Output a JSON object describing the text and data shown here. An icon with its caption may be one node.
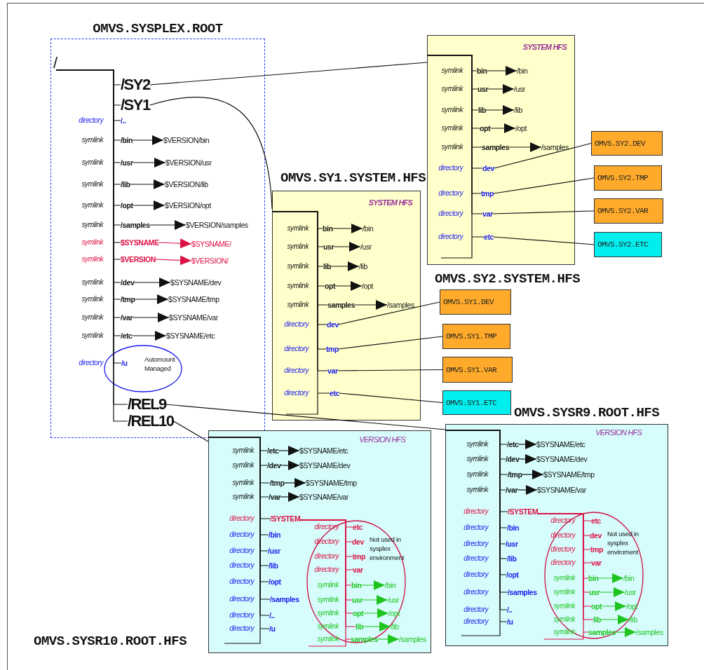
{
  "diagram": {
    "nodes": [
      {
        "text": [
          "OMVS.SYSPLEX.ROOT"
        ]
      },
      {
        "text": [
          "/"
        ],
        "in": 0
      },
      {
        "text": [
          "/SY2"
        ],
        "in": 0
      },
      {
        "text": [
          "/SY1"
        ],
        "in": 0
      },
      {
        "text": [
          "/.."
        ],
        "beside": [
          "directory"
        ],
        "in": 0
      },
      {
        "text": [
          "/bin"
        ],
        "beside": [
          "symlink"
        ],
        "in": 0
      },
      {
        "text": [
          "$VERSION/bin"
        ],
        "in": 0
      },
      {
        "text": [
          "/usr"
        ],
        "beside": [
          "symlink"
        ],
        "in": 0
      },
      {
        "text": [
          "$VERSION/usr"
        ],
        "in": 0
      },
      {
        "text": [
          "/lib"
        ],
        "beside": [
          "symlink"
        ],
        "in": 0
      },
      {
        "text": [
          "$VERSION/lib"
        ],
        "in": 0
      },
      {
        "text": [
          "/opt"
        ],
        "beside": [
          "symlink"
        ],
        "in": 0
      },
      {
        "text": [
          "$VERSION/opt"
        ],
        "in": 0
      },
      {
        "text": [
          "/samples"
        ],
        "beside": [
          "symlink"
        ],
        "in": 0
      },
      {
        "text": [
          "$VERSION/samples"
        ],
        "in": 0
      },
      {
        "text": [
          "$SYSNAME"
        ],
        "beside": [
          "symlink"
        ],
        "in": 0
      },
      {
        "text": [
          "$SYSNAME/"
        ],
        "in": 0
      },
      {
        "text": [
          "$VERSION"
        ],
        "beside": [
          "symlink"
        ],
        "in": 0
      },
      {
        "text": [
          "$VERSION/"
        ],
        "in": 0
      },
      {
        "text": [
          "/dev"
        ],
        "beside": [
          "symlink"
        ],
        "in": 0
      },
      {
        "text": [
          "$SYSNAME/dev"
        ],
        "in": 0
      },
      {
        "text": [
          "/tmp"
        ],
        "beside": [
          "symlink"
        ],
        "in": 0
      },
      {
        "text": [
          "$SYSNAME/tmp"
        ],
        "in": 0
      },
      {
        "text": [
          "/var"
        ],
        "beside": [
          "symlink"
        ],
        "in": 0
      },
      {
        "text": [
          "$SYSNAME/var"
        ],
        "in": 0
      },
      {
        "text": [
          "/etc"
        ],
        "beside": [
          "symlink"
        ],
        "in": 0
      },
      {
        "text": [
          "$SYSNAME/etc"
        ],
        "in": 0
      },
      {
        "text": [
          "Automount Managed"
        ],
        "in": 0
      },
      {
        "text": [
          "/u"
        ],
        "beside": [
          "directory"
        ],
        "in": 27
      },
      {
        "text": [
          "/REL9"
        ],
        "in": 0
      },
      {
        "text": [
          "/REL10"
        ],
        "in": 0
      },
      {
        "text": [
          "SYSTEM HFS",
          "OMVS.SY2.SYSTEM.HFS"
        ]
      },
      {
        "text": [
          "bin"
        ],
        "beside": [
          "symlink"
        ],
        "in": 31
      },
      {
        "text": [
          "/bin"
        ],
        "in": 31
      },
      {
        "text": [
          "usr"
        ],
        "beside": [
          "symlink"
        ],
        "in": 31
      },
      {
        "text": [
          "/usr"
        ],
        "in": 31
      },
      {
        "text": [
          "lib"
        ],
        "beside": [
          "symlink"
        ],
        "in": 31
      },
      {
        "text": [
          "/lib"
        ],
        "in": 31
      },
      {
        "text": [
          "opt"
        ],
        "beside": [
          "symlink"
        ],
        "in": 31
      },
      {
        "text": [
          "/opt"
        ],
        "in": 31
      },
      {
        "text": [
          "samples"
        ],
        "beside": [
          "symlink"
        ],
        "in": 31
      },
      {
        "text": [
          "/samples"
        ],
        "in": 31
      },
      {
        "text": [
          "dev"
        ],
        "beside": [
          "directory"
        ],
        "in": 31
      },
      {
        "text": [
          "tmp"
        ],
        "beside": [
          "directory"
        ],
        "in": 31
      },
      {
        "text": [
          "var"
        ],
        "beside": [
          "directory"
        ],
        "in": 31
      },
      {
        "text": [
          "etc"
        ],
        "beside": [
          "directory"
        ],
        "in": 31
      },
      {
        "text": [
          "OMVS.SY2.DEV"
        ]
      },
      {
        "text": [
          "OMVS.SY2.TMP"
        ]
      },
      {
        "text": [
          "OMVS.SY2.VAR"
        ]
      },
      {
        "text": [
          "OMVS.SY2.ETC"
        ]
      },
      {
        "text": [
          "OMVS.SY1.SYSTEM.HFS",
          "SYSTEM HFS"
        ]
      },
      {
        "text": [
          "bin"
        ],
        "beside": [
          "symlink"
        ],
        "in": 50
      },
      {
        "text": [
          "/bin"
        ],
        "in": 50
      },
      {
        "text": [
          "usr"
        ],
        "beside": [
          "symlink"
        ],
        "in": 50
      },
      {
        "text": [
          "/usr"
        ],
        "in": 50
      },
      {
        "text": [
          "lib"
        ],
        "beside": [
          "symlink"
        ],
        "in": 50
      },
      {
        "text": [
          "/lib"
        ],
        "in": 50
      },
      {
        "text": [
          "opt"
        ],
        "beside": [
          "symlink"
        ],
        "in": 50
      },
      {
        "text": [
          "/opt"
        ],
        "in": 50
      },
      {
        "text": [
          "samples"
        ],
        "beside": [
          "symlink"
        ],
        "in": 50
      },
      {
        "text": [
          "/samples"
        ],
        "in": 50
      },
      {
        "text": [
          "dev"
        ],
        "beside": [
          "directory"
        ],
        "in": 50
      },
      {
        "text": [
          "tmp"
        ],
        "beside": [
          "directory"
        ],
        "in": 50
      },
      {
        "text": [
          "var"
        ],
        "beside": [
          "directory"
        ],
        "in": 50
      },
      {
        "text": [
          "etc"
        ],
        "beside": [
          "directory"
        ],
        "in": 50
      },
      {
        "text": [
          "OMVS.SY1.DEV"
        ]
      },
      {
        "text": [
          "OMVS.SY1.TMP"
        ]
      },
      {
        "text": [
          "OMVS.SY1.VAR"
        ]
      },
      {
        "text": [
          "OMVS.SY1.ETC"
        ]
      },
      {
        "text": [
          "VERSION HFS",
          "OMVS.SYSR10.ROOT.HFS"
        ]
      },
      {
        "text": [
          "/etc"
        ],
        "beside": [
          "symlink"
        ],
        "in": 69
      },
      {
        "text": [
          "$SYSNAME/etc"
        ],
        "in": 69
      },
      {
        "text": [
          "/dev"
        ],
        "beside": [
          "symlink"
        ],
        "in": 69
      },
      {
        "text": [
          "$SYSNAME/dev"
        ],
        "in": 69
      },
      {
        "text": [
          "/tmp"
        ],
        "beside": [
          "symlink"
        ],
        "in": 69
      },
      {
        "text": [
          "$SYSNAME/tmp"
        ],
        "in": 69
      },
      {
        "text": [
          "/var"
        ],
        "beside": [
          "symlink"
        ],
        "in": 69
      },
      {
        "text": [
          "$SYSNAME/var"
        ],
        "in": 69
      },
      {
        "text": [
          "/SYSTEM"
        ],
        "beside": [
          "directory"
        ],
        "in": 69
      },
      {
        "text": [
          "/bin"
        ],
        "beside": [
          "directory"
        ],
        "in": 69
      },
      {
        "text": [
          "/usr"
        ],
        "beside": [
          "directory"
        ],
        "in": 69
      },
      {
        "text": [
          "/lib"
        ],
        "beside": [
          "directory"
        ],
        "in": 69
      },
      {
        "text": [
          "/opt"
        ],
        "beside": [
          "directory"
        ],
        "in": 69
      },
      {
        "text": [
          "/samples"
        ],
        "beside": [
          "directory"
        ],
        "in": 69
      },
      {
        "text": [
          "/.."
        ],
        "beside": [
          "directory"
        ],
        "in": 69
      },
      {
        "text": [
          "/u"
        ],
        "beside": [
          "directory"
        ],
        "in": 69
      },
      {
        "text": [
          "Not used in sysplex environment"
        ],
        "in": 69
      },
      {
        "text": [
          "etc"
        ],
        "beside": [
          "directory"
        ],
        "in": 86
      },
      {
        "text": [
          "dev"
        ],
        "beside": [
          "directory"
        ],
        "in": 86
      },
      {
        "text": [
          "tmp"
        ],
        "beside": [
          "directory"
        ],
        "in": 86
      },
      {
        "text": [
          "var"
        ],
        "beside": [
          "directory"
        ],
        "in": 86
      },
      {
        "text": [
          "bin"
        ],
        "beside": [
          "symlink"
        ],
        "in": 86
      },
      {
        "text": [
          "/bin"
        ],
        "in": 86
      },
      {
        "text": [
          "usr"
        ],
        "beside": [
          "symlink"
        ],
        "in": 86
      },
      {
        "text": [
          "/usr"
        ],
        "in": 86
      },
      {
        "text": [
          "opt"
        ],
        "beside": [
          "symlink"
        ],
        "in": 86
      },
      {
        "text": [
          "/opt"
        ],
        "in": 86
      },
      {
        "text": [
          "lib"
        ],
        "beside": [
          "symlink"
        ],
        "in": 86
      },
      {
        "text": [
          "/lib"
        ],
        "in": 86
      },
      {
        "text": [
          "samples"
        ],
        "beside": [
          "symlink"
        ],
        "in": 86
      },
      {
        "text": [
          "/samples"
        ],
        "in": 69
      },
      {
        "text": [
          "OMVS.SYSR9.ROOT.HFS",
          "VERSION HFS"
        ]
      },
      {
        "text": [
          "/etc"
        ],
        "beside": [
          "symlink"
        ],
        "in": 101
      },
      {
        "text": [
          "$SYSNAME/etc"
        ],
        "in": 101
      },
      {
        "text": [
          "/dev"
        ],
        "beside": [
          "symlink"
        ],
        "in": 101
      },
      {
        "text": [
          "$SYSNAME/dev"
        ],
        "in": 101
      },
      {
        "text": [
          "/tmp"
        ],
        "beside": [
          "symlink"
        ],
        "in": 101
      },
      {
        "text": [
          "$SYSNAME/tmp"
        ],
        "in": 101
      },
      {
        "text": [
          "/var"
        ],
        "beside": [
          "symlink"
        ],
        "in": 101
      },
      {
        "text": [
          "$SYSNAME/var"
        ],
        "in": 101
      },
      {
        "text": [
          "/SYSTEM"
        ],
        "beside": [
          "directory"
        ],
        "in": 101
      },
      {
        "text": [
          "/bin"
        ],
        "beside": [
          "directory"
        ],
        "in": 101
      },
      {
        "text": [
          "/usr"
        ],
        "beside": [
          "directory"
        ],
        "in": 101
      },
      {
        "text": [
          "/lib"
        ],
        "beside": [
          "directory"
        ],
        "in": 101
      },
      {
        "text": [
          "/opt"
        ],
        "beside": [
          "directory"
        ],
        "in": 101
      },
      {
        "text": [
          "/samples"
        ],
        "beside": [
          "directory"
        ],
        "in": 101
      },
      {
        "text": [
          "/.."
        ],
        "beside": [
          "directory"
        ],
        "in": 101
      },
      {
        "text": [
          "/u"
        ],
        "beside": [
          "directory"
        ],
        "in": 101
      },
      {
        "text": [
          "Not used in sysplex enviroment"
        ],
        "in": 101
      },
      {
        "text": [
          "etc"
        ],
        "beside": [
          "directory"
        ],
        "in": 118
      },
      {
        "text": [
          "dev"
        ],
        "beside": [
          "directory"
        ],
        "in": 118
      },
      {
        "text": [
          "tmp"
        ],
        "beside": [
          "directory"
        ],
        "in": 118
      },
      {
        "text": [
          "var"
        ],
        "beside": [
          "directory"
        ],
        "in": 118
      },
      {
        "text": [
          "bin"
        ],
        "beside": [
          "symlink"
        ],
        "in": 118
      },
      {
        "text": [
          "/bin"
        ],
        "in": 118
      },
      {
        "text": [
          "usr"
        ],
        "beside": [
          "symlink"
        ],
        "in": 118
      },
      {
        "text": [
          "/usr"
        ],
        "in": 118
      },
      {
        "text": [
          "opt"
        ],
        "beside": [
          "symlink"
        ],
        "in": 118
      },
      {
        "text": [
          "/opt"
        ],
        "in": 118
      },
      {
        "text": [
          "lib"
        ],
        "beside": [
          "symlink"
        ],
        "in": 118
      },
      {
        "text": [
          "/lib"
        ],
        "in": 118
      },
      {
        "text": [
          "samples"
        ],
        "beside": [
          "symlink"
        ],
        "in": 118
      },
      {
        "text": [
          "/samples"
        ],
        "in": 101
      }
    ],
    "edges": [
      {
        "from": 5,
        "to": 6,
        "arrow": "to"
      },
      {
        "from": 7,
        "to": 8,
        "arrow": "to"
      },
      {
        "from": 9,
        "to": 10,
        "arrow": "to"
      },
      {
        "from": 11,
        "to": 12,
        "arrow": "to"
      },
      {
        "from": 13,
        "to": 14,
        "arrow": "to"
      },
      {
        "from": 15,
        "to": 16,
        "arrow": "to",
        "color": "#dd1144"
      },
      {
        "from": 17,
        "to": 18,
        "arrow": "to",
        "color": "#dd1144"
      },
      {
        "from": 19,
        "to": 20,
        "arrow": "to"
      },
      {
        "from": 21,
        "to": 22,
        "arrow": "to"
      },
      {
        "from": 23,
        "to": 24,
        "arrow": "to"
      },
      {
        "from": 25,
        "to": 26,
        "arrow": "to"
      },
      {
        "from": 2,
        "to": 31,
        "arrow": "none"
      },
      {
        "from": 3,
        "to": 50,
        "arrow": "none"
      },
      {
        "from": 29,
        "to": 101,
        "arrow": "none"
      },
      {
        "from": 30,
        "to": 69,
        "arrow": "none"
      },
      {
        "from": 32,
        "to": 33,
        "arrow": "to"
      },
      {
        "from": 34,
        "to": 35,
        "arrow": "to"
      },
      {
        "from": 36,
        "to": 37,
        "arrow": "to"
      },
      {
        "from": 38,
        "to": 39,
        "arrow": "to"
      },
      {
        "from": 40,
        "to": 41,
        "arrow": "to"
      },
      {
        "from": 42,
        "to": 46,
        "arrow": "none"
      },
      {
        "from": 43,
        "to": 47,
        "arrow": "none"
      },
      {
        "from": 44,
        "to": 48,
        "arrow": "none"
      },
      {
        "from": 45,
        "to": 49,
        "arrow": "none"
      },
      {
        "from": 51,
        "to": 52,
        "arrow": "to"
      },
      {
        "from": 53,
        "to": 54,
        "arrow": "to"
      },
      {
        "from": 55,
        "to": 56,
        "arrow": "to"
      },
      {
        "from": 57,
        "to": 58,
        "arrow": "to"
      },
      {
        "from": 59,
        "to": 60,
        "arrow": "to"
      },
      {
        "from": 61,
        "to": 65,
        "arrow": "none"
      },
      {
        "from": 62,
        "to": 66,
        "arrow": "none"
      },
      {
        "from": 63,
        "to": 67,
        "arrow": "none"
      },
      {
        "from": 64,
        "to": 68,
        "arrow": "none"
      },
      {
        "from": 70,
        "to": 71,
        "arrow": "to"
      },
      {
        "from": 72,
        "to": 73,
        "arrow": "to"
      },
      {
        "from": 74,
        "to": 75,
        "arrow": "to"
      },
      {
        "from": 76,
        "to": 77,
        "arrow": "to"
      },
      {
        "from": 91,
        "to": 92,
        "arrow": "to",
        "color": "#1fc41f"
      },
      {
        "from": 93,
        "to": 94,
        "arrow": "to",
        "color": "#1fc41f"
      },
      {
        "from": 95,
        "to": 96,
        "arrow": "to",
        "color": "#1fc41f"
      },
      {
        "from": 97,
        "to": 98,
        "arrow": "to",
        "color": "#1fc41f"
      },
      {
        "from": 99,
        "to": 100,
        "arrow": "to",
        "color": "#1fc41f"
      },
      {
        "from": 102,
        "to": 103,
        "arrow": "to"
      },
      {
        "from": 104,
        "to": 105,
        "arrow": "to"
      },
      {
        "from": 106,
        "to": 107,
        "arrow": "to"
      },
      {
        "from": 108,
        "to": 109,
        "arrow": "to"
      },
      {
        "from": 123,
        "to": 124,
        "arrow": "to",
        "color": "#1fc41f"
      },
      {
        "from": 125,
        "to": 126,
        "arrow": "to",
        "color": "#1fc41f"
      },
      {
        "from": 127,
        "to": 128,
        "arrow": "to",
        "color": "#1fc41f"
      },
      {
        "from": 129,
        "to": 130,
        "arrow": "to",
        "color": "#1fc41f"
      },
      {
        "from": 131,
        "to": 132,
        "arrow": "to",
        "color": "#1fc41f"
      },
      {
        "from": 1,
        "to": 2,
        "arrow": "none"
      },
      {
        "from": 1,
        "to": 3,
        "arrow": "none"
      },
      {
        "from": 1,
        "to": 4,
        "arrow": "none"
      },
      {
        "from": 1,
        "to": 5,
        "arrow": "none"
      },
      {
        "from": 1,
        "to": 7,
        "arrow": "none"
      },
      {
        "from": 1,
        "to": 9,
        "arrow": "none"
      },
      {
        "from": 1,
        "to": 11,
        "arrow": "none"
      },
      {
        "from": 1,
        "to": 13,
        "arrow": "none"
      },
      {
        "from": 1,
        "to": 15,
        "arrow": "none"
      },
      {
        "from": 1,
        "to": 17,
        "arrow": "none"
      },
      {
        "from": 1,
        "to": 19,
        "arrow": "none"
      },
      {
        "from": 1,
        "to": 21,
        "arrow": "none"
      },
      {
        "from": 1,
        "to": 23,
        "arrow": "none"
      },
      {
        "from": 1,
        "to": 25,
        "arrow": "none"
      },
      {
        "from": 1,
        "to": 28,
        "arrow": "none"
      },
      {
        "from": 1,
        "to": 29,
        "arrow": "none"
      },
      {
        "from": 1,
        "to": 30,
        "arrow": "none"
      },
      {
        "from": 31,
        "to": 32,
        "arrow": "none"
      },
      {
        "from": 31,
        "to": 34,
        "arrow": "none"
      },
      {
        "from": 31,
        "to": 36,
        "arrow": "none"
      },
      {
        "from": 31,
        "to": 38,
        "arrow": "none"
      },
      {
        "from": 31,
        "to": 40,
        "arrow": "none"
      },
      {
        "from": 31,
        "to": 42,
        "arrow": "none"
      },
      {
        "from": 31,
        "to": 43,
        "arrow": "none"
      },
      {
        "from": 31,
        "to": 44,
        "arrow": "none"
      },
      {
        "from": 31,
        "to": 45,
        "arrow": "none"
      },
      {
        "from": 50,
        "to": 51,
        "arrow": "none"
      },
      {
        "from": 50,
        "to": 53,
        "arrow": "none"
      },
      {
        "from": 50,
        "to": 55,
        "arrow": "none"
      },
      {
        "from": 50,
        "to": 57,
        "arrow": "none"
      },
      {
        "from": 50,
        "to": 59,
        "arrow": "none"
      },
      {
        "from": 50,
        "to": 61,
        "arrow": "none"
      },
      {
        "from": 50,
        "to": 62,
        "arrow": "none"
      },
      {
        "from": 50,
        "to": 63,
        "arrow": "none"
      },
      {
        "from": 50,
        "to": 64,
        "arrow": "none"
      },
      {
        "from": 69,
        "to": 70,
        "arrow": "none"
      },
      {
        "from": 69,
        "to": 72,
        "arrow": "none"
      },
      {
        "from": 69,
        "to": 74,
        "arrow": "none"
      },
      {
        "from": 69,
        "to": 76,
        "arrow": "none"
      },
      {
        "from": 69,
        "to": 78,
        "arrow": "none"
      },
      {
        "from": 69,
        "to": 79,
        "arrow": "none"
      },
      {
        "from": 69,
        "to": 80,
        "arrow": "none"
      },
      {
        "from": 69,
        "to": 81,
        "arrow": "none"
      },
      {
        "from": 69,
        "to": 82,
        "arrow": "none"
      },
      {
        "from": 69,
        "to": 83,
        "arrow": "none"
      },
      {
        "from": 69,
        "to": 84,
        "arrow": "none"
      },
      {
        "from": 69,
        "to": 85,
        "arrow": "none"
      },
      {
        "from": 78,
        "to": 87,
        "arrow": "none",
        "color": "#dd1144"
      },
      {
        "from": 78,
        "to": 88,
        "arrow": "none",
        "color": "#dd1144"
      },
      {
        "from": 78,
        "to": 89,
        "arrow": "none",
        "color": "#dd1144"
      },
      {
        "from": 78,
        "to": 90,
        "arrow": "none",
        "color": "#dd1144"
      },
      {
        "from": 78,
        "to": 91,
        "arrow": "none",
        "color": "#dd1144"
      },
      {
        "from": 78,
        "to": 93,
        "arrow": "none",
        "color": "#dd1144"
      },
      {
        "from": 78,
        "to": 95,
        "arrow": "none",
        "color": "#dd1144"
      },
      {
        "from": 78,
        "to": 97,
        "arrow": "none",
        "color": "#dd1144"
      },
      {
        "from": 78,
        "to": 99,
        "arrow": "none",
        "color": "#dd1144"
      },
      {
        "from": 101,
        "to": 102,
        "arrow": "none"
      },
      {
        "from": 101,
        "to": 104,
        "arrow": "none"
      },
      {
        "from": 101,
        "to": 106,
        "arrow": "none"
      },
      {
        "from": 101,
        "to": 108,
        "arrow": "none"
      },
      {
        "from": 101,
        "to": 110,
        "arrow": "none"
      },
      {
        "from": 101,
        "to": 111,
        "arrow": "none"
      },
      {
        "from": 101,
        "to": 112,
        "arrow": "none"
      },
      {
        "from": 101,
        "to": 113,
        "arrow": "none"
      },
      {
        "from": 101,
        "to": 114,
        "arrow": "none"
      },
      {
        "from": 101,
        "to": 115,
        "arrow": "none"
      },
      {
        "from": 101,
        "to": 116,
        "arrow": "none"
      },
      {
        "from": 101,
        "to": 117,
        "arrow": "none"
      },
      {
        "from": 110,
        "to": 119,
        "arrow": "none",
        "color": "#dd1144"
      },
      {
        "from": 110,
        "to": 120,
        "arrow": "none",
        "color": "#dd1144"
      },
      {
        "from": 110,
        "to": 121,
        "arrow": "none",
        "color": "#dd1144"
      },
      {
        "from": 110,
        "to": 122,
        "arrow": "none",
        "color": "#dd1144"
      },
      {
        "from": 110,
        "to": 123,
        "arrow": "none",
        "color": "#dd1144"
      },
      {
        "from": 110,
        "to": 125,
        "arrow": "none",
        "color": "#dd1144"
      },
      {
        "from": 110,
        "to": 127,
        "arrow": "none",
        "color": "#dd1144"
      },
      {
        "from": 110,
        "to": 129,
        "arrow": "none",
        "color": "#dd1144"
      },
      {
        "from": 110,
        "to": 131,
        "arrow": "none",
        "color": "#dd1144"
      }
    ]
  }
}
